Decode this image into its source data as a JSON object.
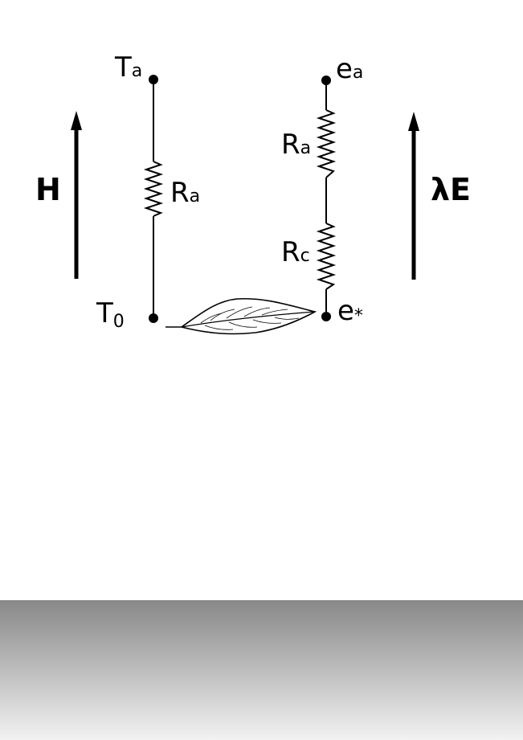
{
  "heat_circuit": {
    "top_node": {
      "base": "T",
      "sub": "a"
    },
    "bottom_node": {
      "base": "T",
      "sub": "0"
    },
    "resistor": {
      "base": "R",
      "sub": "a"
    }
  },
  "vapour_circuit": {
    "top_node": {
      "base": "e",
      "sub": "a"
    },
    "bottom_node": {
      "base": "e",
      "sub": "*"
    },
    "resistor_upper": {
      "base": "R",
      "sub": "a"
    },
    "resistor_lower": {
      "base": "R",
      "sub": "c"
    }
  },
  "fluxes": {
    "sensible_heat": "H",
    "latent_heat": "λE"
  },
  "icons": {
    "leaf": "leaf-icon",
    "arrow": "arrow-up-icon",
    "resistor": "resistor-icon"
  },
  "colors": {
    "ink": "#000000",
    "background": "#ffffff",
    "footer_gradient_top": "#888888",
    "footer_gradient_bottom": "#f2f2f2"
  }
}
